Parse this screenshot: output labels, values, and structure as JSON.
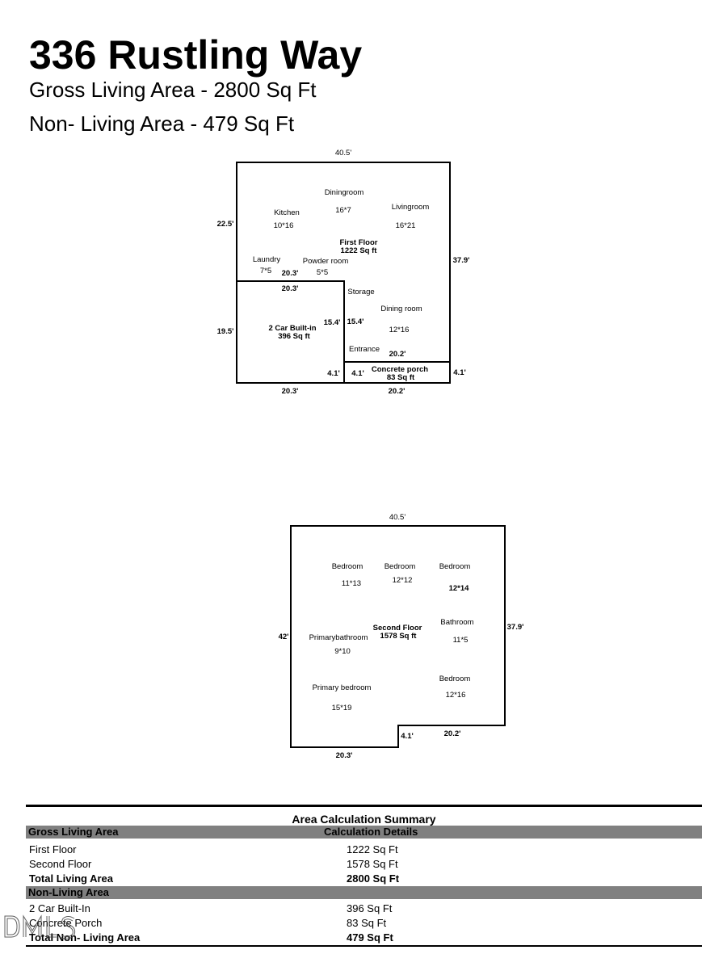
{
  "header": {
    "title": "336 Rustling Way",
    "gross_line": "Gross Living Area - 2800 Sq Ft",
    "nonliving_line": "Non- Living Area - 479 Sq Ft"
  },
  "first_floor": {
    "dims": {
      "top": "40.5'",
      "left_upper": "22.5'",
      "right": "37.9'",
      "mid_left": "20.3'",
      "mid_under": "20.3'",
      "left_lower": "19.5'",
      "garage_right": "15.4'",
      "storage_left": "15.4'",
      "entrance_bottom": "20.2'",
      "porch_left_a": "4.1'",
      "porch_left_b": "4.1'",
      "porch_right": "4.1'",
      "bottom_left": "20.3'",
      "bottom_right": "20.2'"
    },
    "rooms": {
      "diningroom": "Diningroom",
      "diningroom_size": "16*7",
      "kitchen": "Kitchen",
      "kitchen_size": "10*16",
      "livingroom": "Livingroom",
      "livingroom_size": "16*21",
      "laundry": "Laundry",
      "laundry_size": "7*5",
      "powder": "Powder room",
      "powder_size": "5*5",
      "storage": "Storage",
      "dining2": "Dining room",
      "dining2_size": "12*16",
      "entrance": "Entrance"
    },
    "floor_label": "First Floor",
    "floor_area": "1222 Sq ft",
    "garage_label": "2 Car Built-in",
    "garage_area": "396 Sq ft",
    "porch_label": "Concrete porch",
    "porch_area": "83 Sq ft"
  },
  "second_floor": {
    "dims": {
      "top": "40.5'",
      "left": "42'",
      "right": "37.9'",
      "notch": "4.1'",
      "bottom_right": "20.2'",
      "bottom_left": "20.3'"
    },
    "rooms": {
      "bed1": "Bedroom",
      "bed1_size": "11*13",
      "bed2": "Bedroom",
      "bed2_size": "12*12",
      "bed3": "Bedroom",
      "bed3_size": "12*14",
      "bath": "Bathroom",
      "bath_size": "11*5",
      "pbath": "Primarybathroom",
      "pbath_size": "9*10",
      "bed4": "Bedroom",
      "bed4_size": "12*16",
      "pbed": "Primary bedroom",
      "pbed_size": "15*19"
    },
    "floor_label": "Second Floor",
    "floor_area": "1578 Sq ft"
  },
  "summary": {
    "title": "Area Calculation Summary",
    "gross_header": "Gross Living Area",
    "details_header": "Calculation Details",
    "gross_rows": [
      {
        "label": "First Floor",
        "value": "1222 Sq Ft"
      },
      {
        "label": "Second Floor",
        "value": "1578 Sq Ft"
      }
    ],
    "gross_total": {
      "label": "Total Living Area",
      "value": "2800 Sq Ft"
    },
    "nonliving_header": "Non-Living Area",
    "nonliving_rows": [
      {
        "label": "2 Car Built-In",
        "value": "396 Sq Ft"
      },
      {
        "label": "Concrete Porch",
        "value": "83 Sq Ft"
      }
    ],
    "nonliving_total": {
      "label": "Total Non- Living Area",
      "value": "479 Sq Ft"
    }
  },
  "watermark": "DMLS"
}
